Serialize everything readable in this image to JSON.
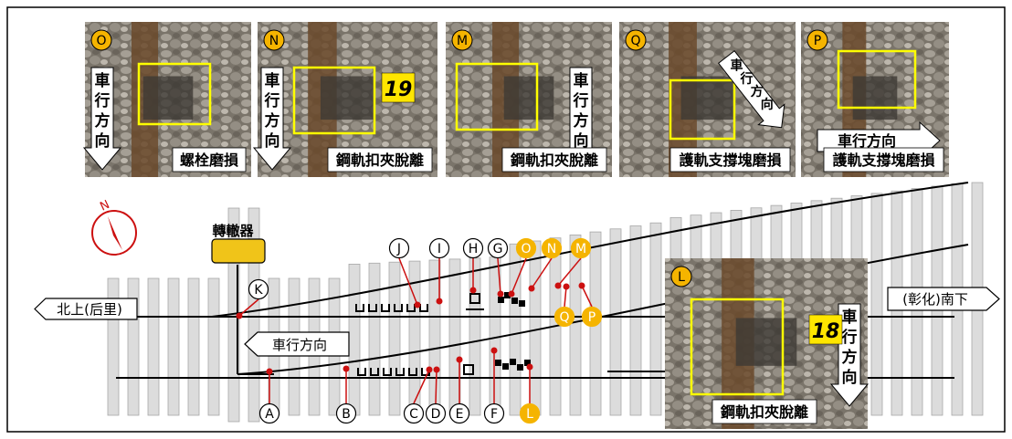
{
  "photos": [
    {
      "id": "O",
      "caption": "螺栓磨損",
      "dir_label": "車行方向",
      "number": ""
    },
    {
      "id": "N",
      "caption": "鋼軌扣夾脫離",
      "dir_label": "車行方向",
      "number": "19"
    },
    {
      "id": "M",
      "caption": "鋼軌扣夾脫離",
      "dir_label": "車行方向",
      "number": ""
    },
    {
      "id": "Q",
      "caption": "護軌支撐塊磨損",
      "dir_label": "車行方向",
      "number": ""
    },
    {
      "id": "P",
      "caption": "護軌支撐塊磨損",
      "dir_label": "車行方向",
      "number": ""
    },
    {
      "id": "L",
      "caption": "鋼軌扣夾脫離",
      "dir_label": "車行方向",
      "number": "18"
    }
  ],
  "switch_machine": "轉轍器",
  "north_label": "N",
  "left_destination": "北上(后里)",
  "right_destination": "(彰化)南下",
  "travel_direction": "車行方向",
  "markers": {
    "white": [
      "A",
      "B",
      "C",
      "D",
      "E",
      "F",
      "G",
      "H",
      "I",
      "J",
      "K"
    ],
    "yellow": [
      "L",
      "M",
      "N",
      "O",
      "P",
      "Q"
    ]
  },
  "colors": {
    "highlight": "#f0c419",
    "yellow_marker": "#f5b400",
    "photo_box": "#ffff00",
    "red_dot": "#cc1010",
    "compass": "#cc1010",
    "sleeper": "#d9d9d9"
  }
}
